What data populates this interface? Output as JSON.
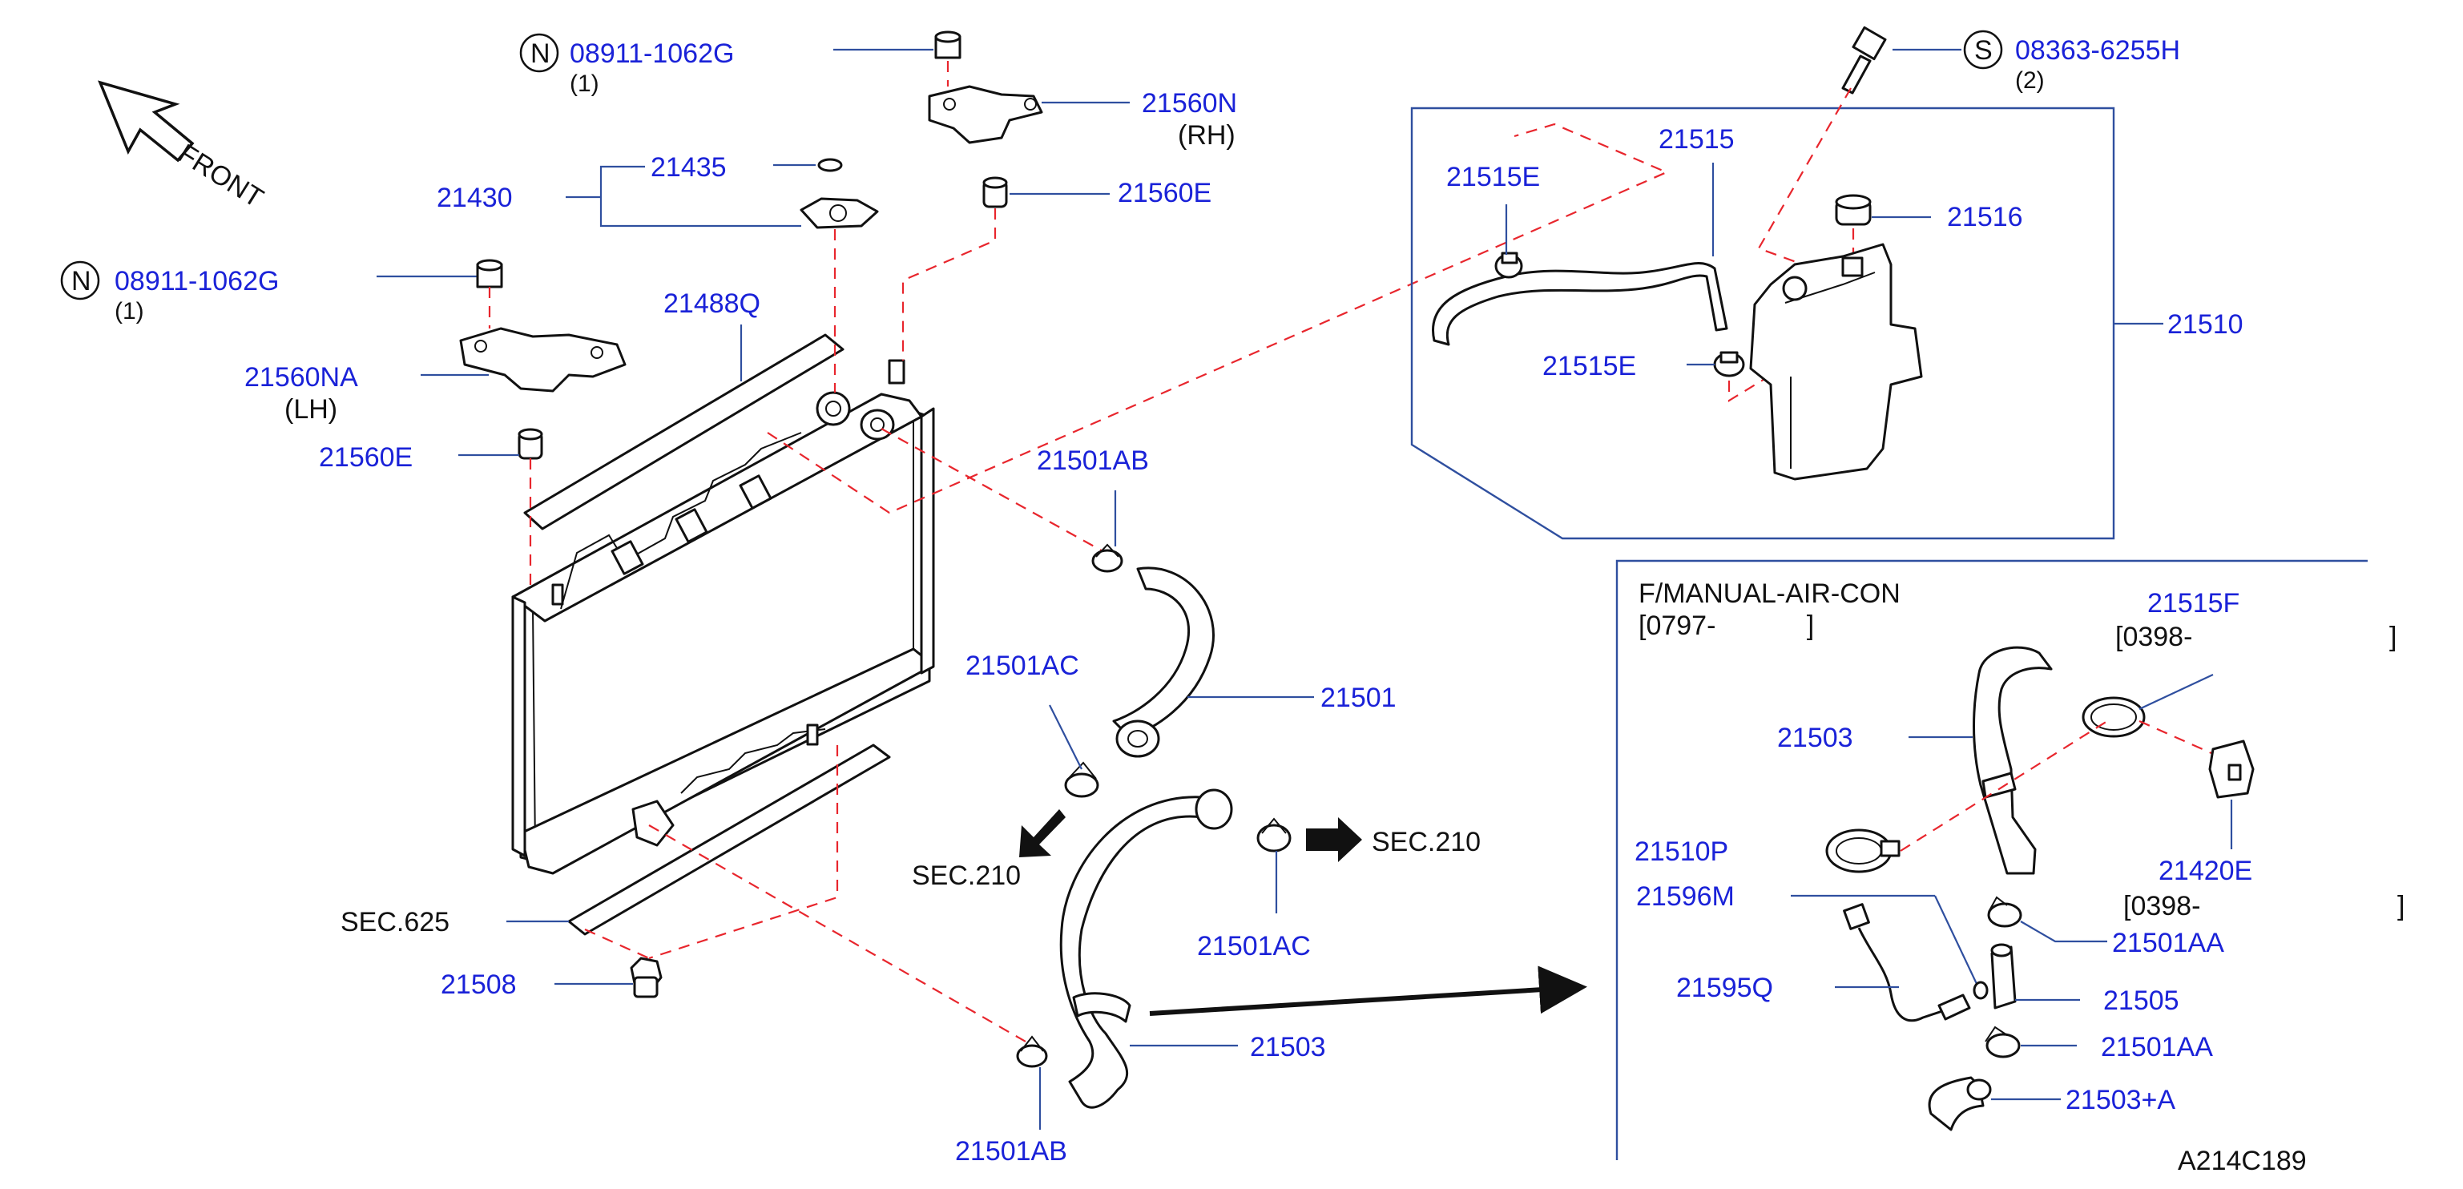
{
  "diagram": {
    "figure_code": "A214C189",
    "orientation_label": "FRONT",
    "callouts": [
      {
        "id": "n1",
        "prefix": "N",
        "part": "08911-1062G",
        "qty": "(1)"
      },
      {
        "id": "n2",
        "prefix": "N",
        "part": "08911-1062G",
        "qty": "(1)"
      },
      {
        "id": "s1",
        "prefix": "S",
        "part": "08363-6255H",
        "qty": "(2)"
      }
    ],
    "labels": {
      "p21430": "21430",
      "p21435": "21435",
      "p21560N": "21560N",
      "rh": "(RH)",
      "p21560E_top": "21560E",
      "p21488Q": "21488Q",
      "p21560NA": "21560NA",
      "lh": "(LH)",
      "p21560E_left": "21560E",
      "p21515E_a": "21515E",
      "p21515": "21515",
      "p21516": "21516",
      "p21510": "21510",
      "p21515E_b": "21515E",
      "p21501AB_top": "21501AB",
      "p21501AC_left": "21501AC",
      "p21501": "21501",
      "sec210_left": "SEC.210",
      "sec210_right": "SEC.210",
      "p21501AC_bottom": "21501AC",
      "sec625": "SEC.625",
      "p21508": "21508",
      "p21503_main": "21503",
      "p21501AB_bottom": "21501AB",
      "inset_title": "F/MANUAL-AIR-CON",
      "inset_date_a": "[0797-            ]",
      "p21515F": "21515F",
      "inset_date_b": "[0398-                          ]",
      "p21503_inset": "21503",
      "p21510P": "21510P",
      "p21420E": "21420E",
      "inset_date_c": "[0398-                          ]",
      "p21596M": "21596M",
      "p21501AA_a": "21501AA",
      "p21595Q": "21595Q",
      "p21505": "21505",
      "p21501AA_b": "21501AA",
      "p21503A": "21503+A"
    }
  }
}
